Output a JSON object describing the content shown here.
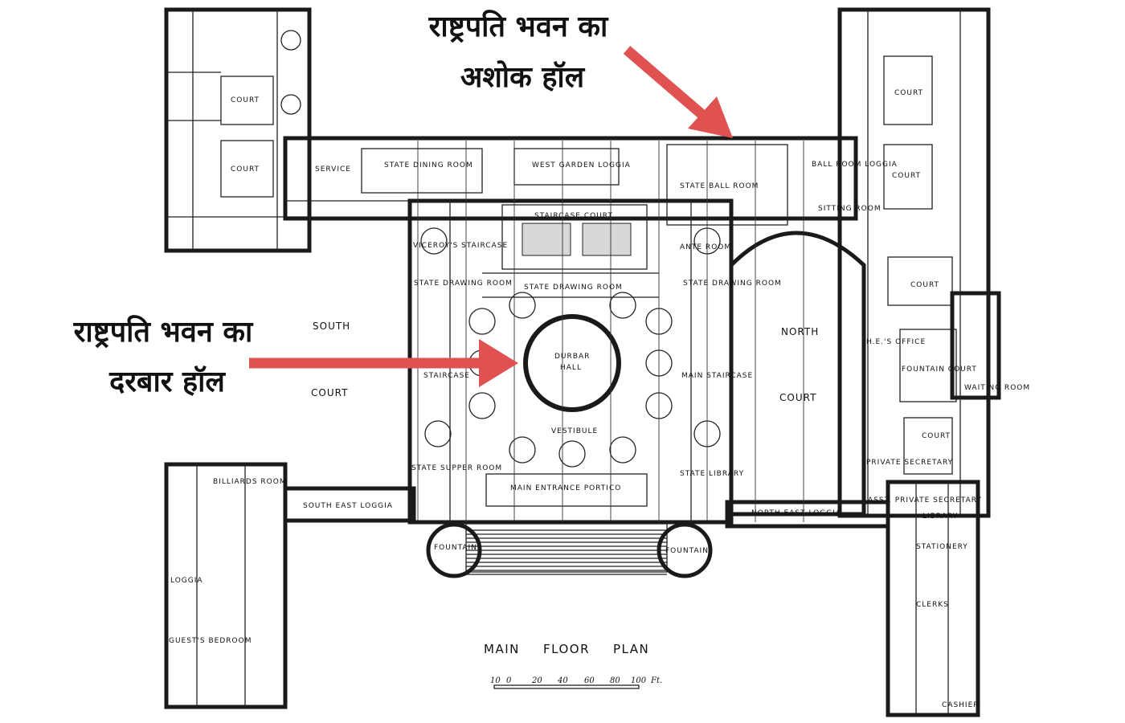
{
  "annotations": {
    "ashoka_hall": {
      "line1": "राष्ट्रपति भवन का",
      "line2": "अशोक हॉल"
    },
    "durbar_hall": {
      "line1": "राष्ट्रपति भवन का",
      "line2": "दरबार हॉल"
    },
    "arrow_color": "#e05252"
  },
  "plan": {
    "title_words": [
      "MAIN",
      "FLOOR",
      "PLAN"
    ],
    "scale_ticks": [
      "10",
      "0",
      "20",
      "40",
      "60",
      "80",
      "100"
    ],
    "scale_unit": "Ft.",
    "rooms": {
      "south_1": "SOUTH",
      "south_2": "COURT",
      "north_1": "NORTH",
      "north_2": "COURT",
      "durbar_1": "DURBAR",
      "durbar_2": "HALL",
      "state_dining": "STATE DINING ROOM",
      "west_garden": "WEST GARDEN LOGGIA",
      "state_ball": "STATE BALL ROOM",
      "ball_room_loggia": "BALL ROOM LOGGIA",
      "staircase_court": "STAIRCASE COURT",
      "state_drawing": "STATE DRAWING ROOM",
      "state_drawing_w": "STATE DRAWING ROOM",
      "state_drawing_e": "STATE DRAWING ROOM",
      "viceroys_staircase": "VICEROY'S STAIRCASE",
      "staircase": "STAIRCASE",
      "main_staircase": "MAIN STAIRCASE",
      "ante_room": "ANTE ROOM",
      "vestibule": "VESTIBULE",
      "main_entrance": "MAIN ENTRANCE PORTICO",
      "state_supper": "STATE SUPPER ROOM",
      "state_library": "STATE LIBRARY",
      "fountain_w": "FOUNTAIN",
      "fountain_e": "FOUNTAIN",
      "south_east_loggia": "SOUTH EAST LOGGIA",
      "north_east_loggia": "NORTH EAST LOGGIA",
      "service": "SERVICE",
      "sitting_room": "SITTING ROOM",
      "court_w1": "COURT",
      "court_w2": "COURT",
      "court_e1": "COURT",
      "court_e2": "COURT",
      "court_e3": "COURT",
      "court_e4": "COURT",
      "fountain_court": "FOUNTAIN COURT",
      "his_excellency_office": "H.E.'S OFFICE",
      "private_secretary": "PRIVATE SECRETARY",
      "asst_private_secretary": "ASST. PRIVATE SECRETARY",
      "billiards_room": "BILLIARDS ROOM",
      "guests_bedroom": "GUEST'S BEDROOM",
      "loggia": "LOGGIA",
      "clerks": "CLERKS",
      "library": "LIBRARY",
      "waiting_room": "WAITING ROOM",
      "stationery": "STATIONERY",
      "cashier": "CASHIER"
    }
  }
}
